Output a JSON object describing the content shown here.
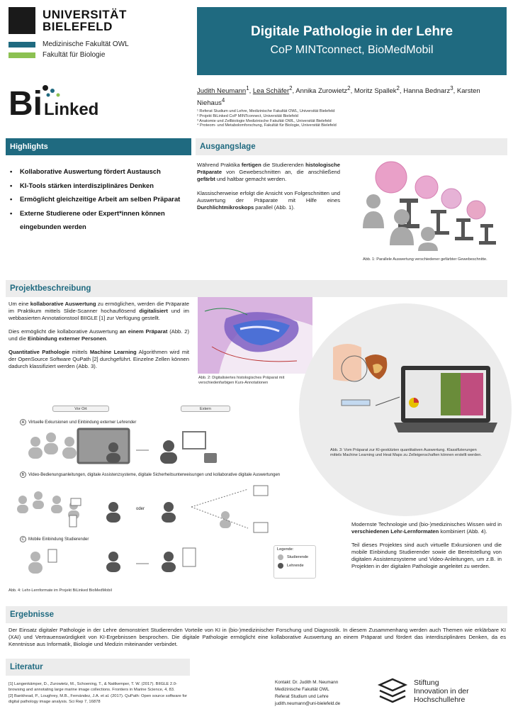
{
  "header": {
    "university": [
      "UNIVERSITÄT",
      "BIELEFELD"
    ],
    "faculties": [
      {
        "name": "Medizinische Fakultät OWL",
        "color": "#1f6a80"
      },
      {
        "name": "Fakultät für Biologie",
        "color": "#8cc152"
      }
    ],
    "title": "Digitale Pathologie in der Lehre",
    "subtitle": "CoP MINTconnect, BioMedMobil",
    "logo_text": {
      "bi": "Bi",
      "linked": "Linked"
    }
  },
  "authors": {
    "list": [
      {
        "name": "Judith Neumann",
        "sup": "1",
        "underline": true
      },
      {
        "name": "Lea Schäfer",
        "sup": "2",
        "underline": true
      },
      {
        "name": "Annika Zurowietz",
        "sup": "2",
        "underline": false
      },
      {
        "name": "Moritz Spallek",
        "sup": "2",
        "underline": false
      },
      {
        "name": "Hanna Bednarz",
        "sup": "3",
        "underline": false
      },
      {
        "name": "Karsten Niehaus",
        "sup": "4",
        "underline": false
      }
    ],
    "affiliations": [
      "¹ Referat Studium und Lehre, Medizinische Fakultät OWL, Universität Bielefeld",
      "² Projekt BiLinked CoP MINTconnect, Universität Bielefeld",
      "³ Anatomie und Zellbiologie Medizinische Fakultät OWL, Universität Bielefeld",
      "⁴ Proteom- und Metabolomforschung, Fakultät für Biologie, Universität Bielefeld"
    ]
  },
  "highlights": {
    "heading": "Highlights",
    "items": [
      "Kollaborative Auswertung fördert Austausch",
      "KI-Tools stärken interdisziplinäres Denken",
      "Ermöglicht gleichzeitige Arbeit am selben Präparat",
      "Externe Studierene oder Expert*innen können eingebunden werden"
    ]
  },
  "ausgangslage": {
    "heading": "Ausgangslage",
    "p1": [
      "Während Praktika ",
      "fertigen",
      " die Studierenden ",
      "histologische Präparate",
      " von Gewebeschnitten an, die anschließend ",
      "gefärbt",
      " und haltbar gemacht werden."
    ],
    "p2": [
      "Klassischerweise erfolgt die Ansicht von Folgeschnitten und Auswertung der Präparate mit Hilfe eines ",
      "Durchlichtmikroskops",
      " parallel (Abb. 1)."
    ],
    "caption": "Abb. 1: Parallele Auswertung verschiedener gefärbter Gewebeschnitte."
  },
  "projekt": {
    "heading": "Projektbeschreibung",
    "p1": [
      "Um eine ",
      "kollaborative Auswertung",
      " zu ermöglichen, werden die Präparate im Praktikum mittels Slide-Scanner hochauflösend ",
      "digitalisiert",
      " und im webbasierten Annotationstool BIIGLE [1] zur Verfügung gestellt."
    ],
    "p2": [
      "Dies ermöglicht die kollaborative Auswertung ",
      "an einem Präparat",
      " (Abb. 2) und die ",
      "Einbindung externer Personen",
      "."
    ],
    "p3": [
      "Quantitative Pathologie",
      " mittels ",
      "Machine Learning",
      " Algorithmen wird mit der OpenSource Software QuPath [2] durchgeführt. Einzelne Zellen können dadurch klassifiziert werden (Abb. 3)."
    ],
    "caption2": "Abb. 2: Digitalisiertes histologisches Präparat mit verschiedenfarbigen Kurs-Annotationen",
    "caption3": "Abb. 3: Vom Präparat zur KI-gestützten quantitativen Auswertung. Klassifizierungen mittels Machine Learning und Heat Maps zu Zelleigenschaften können erstellt werden.",
    "fig4": {
      "col_left": "Vor Ort",
      "col_right": "Extern",
      "sec_a": "Virtuelle Exkursionen und Einbindung externer Lehrender",
      "sec_b": "Video-Bedienungsanleitungen, digitale Assistenzsysteme, digitale Sicherheitsunterweisungen und kollaborative digitale Auswertungen",
      "sec_c": "Mobile Einbindung Studierender",
      "oder": "oder",
      "legend_title": "Legende:",
      "legend_1": "Studierende",
      "legend_2": "Lehrende",
      "caption": "Abb. 4: Lehr-Lernformate im Projekt BiLinked BioMedMobil",
      "letters": [
        "A",
        "B",
        "C"
      ]
    },
    "right_p1": [
      "Modernste Technologie und (bio-)medizinisches Wissen wird in ",
      "verschiedenen Lehr-Lernformaten",
      " kombiniert (Abb. 4)."
    ],
    "right_p2": "Teil dieses Projektes sind auch virtuelle Exkursionen und die mobile Einbindung Studierender sowie die Bereitstellung von digitalen Assistenzsysteme und Video-Anleitungen, um z.B. in Projekten in der digitalen Pathologie angeleitet zu werden."
  },
  "ergebnisse": {
    "heading": "Ergebnisse",
    "text": "Der Einsatz digitaler Pathologie in der Lehre demonstriert Studierenden Vorteile von KI in (bio-)medizinischer Forschung und Diagnostik. In diesem Zusammenhang werden auch Themen wie erklärbare KI (XAI) und Vertrauenswürdigkeit von KI-Ergebnissen besprochen. Die digitale Pathologie ermöglicht eine kollaborative Auswertung an einem Präparat und fördert das interdisziplinäres Denken, da es Kenntnisse aus Informatik, Biologie und Medizin miteinander verbindet."
  },
  "literatur": {
    "heading": "Literatur",
    "refs": [
      "[1] Langenkämper, D., Zurowietz, M., Schoening, T., & Nattkemper, T. W. (2017). BIIGLE 2.0-browsing and annotating large marine image collections. Frontiers in Marine Science, 4, 83.",
      "[2] Bankhead, P., Loughrey, M.B., Fernández, J.A. et al. (2017). QuPath: Open source software for digital pathology image analysis. Sci Rep 7, 16878"
    ]
  },
  "contact": {
    "lines": [
      "Kontakt:  Dr. Judith M. Neumann",
      "Medizinische Fakultät OWL",
      "Referat Studium und Lehre",
      "judith.neumann@uni-bielefeld.de"
    ]
  },
  "stiftung": {
    "lines": [
      "Stiftung",
      "Innovation in der",
      "Hochschullehre"
    ]
  },
  "colors": {
    "accent": "#1f6a80",
    "light_bg": "#ececec",
    "green": "#8cc152"
  }
}
